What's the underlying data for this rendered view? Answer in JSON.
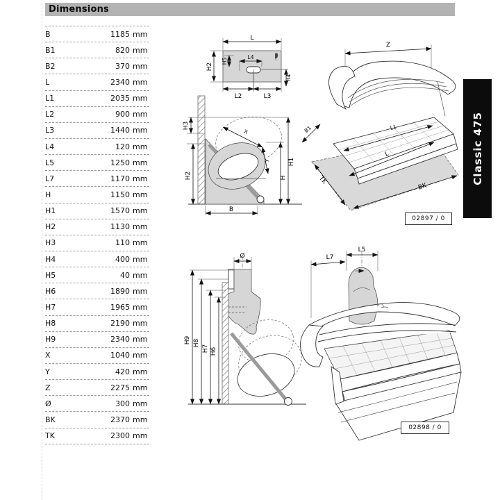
{
  "page": {
    "title": "Dimensions",
    "product_tab": "Classic 475"
  },
  "dimensions_table": {
    "unit": "mm",
    "rows": [
      {
        "label": "B",
        "value": "1185"
      },
      {
        "label": "B1",
        "value": "820"
      },
      {
        "label": "B2",
        "value": "370"
      },
      {
        "label": "L",
        "value": "2340"
      },
      {
        "label": "L1",
        "value": "2035"
      },
      {
        "label": "L2",
        "value": "900"
      },
      {
        "label": "L3",
        "value": "1440"
      },
      {
        "label": "L4",
        "value": "120"
      },
      {
        "label": "L5",
        "value": "1250"
      },
      {
        "label": "L7",
        "value": "1170"
      },
      {
        "label": "H",
        "value": "1150"
      },
      {
        "label": "H1",
        "value": "1570"
      },
      {
        "label": "H2",
        "value": "1130"
      },
      {
        "label": "H3",
        "value": "110"
      },
      {
        "label": "H4",
        "value": "400"
      },
      {
        "label": "H5",
        "value": "40"
      },
      {
        "label": "H6",
        "value": "1890"
      },
      {
        "label": "H7",
        "value": "1965"
      },
      {
        "label": "H8",
        "value": "2190"
      },
      {
        "label": "H9",
        "value": "2340"
      },
      {
        "label": "X",
        "value": "1040"
      },
      {
        "label": "Y",
        "value": "420"
      },
      {
        "label": "Z",
        "value": "2275"
      },
      {
        "label": "Ø",
        "value": "300"
      },
      {
        "label": "BK",
        "value": "2370"
      },
      {
        "label": "TK",
        "value": "2300"
      }
    ]
  },
  "diagrams": {
    "plan_view": {
      "labels": {
        "l": "L",
        "h2": "H2",
        "h5": "H5",
        "l4": "L4",
        "h4": "H4",
        "l2": "L2",
        "l3": "L3"
      }
    },
    "side_view_open": {
      "labels": {
        "h3": "H3",
        "h2": "H2",
        "b": "B",
        "h1": "H1",
        "h": "H",
        "x": "X",
        "y": "Y"
      }
    },
    "side_view_duct": {
      "labels": {
        "dia": "Ø",
        "h9": "H9",
        "h8": "H8",
        "h7": "H7",
        "h6": "H6"
      }
    },
    "perspective_open": {
      "labels": {
        "z": "Z",
        "b1": "B1",
        "l1": "L1",
        "tk": "TK",
        "l": "L",
        "bk": "BK"
      },
      "code": "02897 / 0"
    },
    "perspective_closed": {
      "labels": {
        "l5": "L5",
        "l7": "L7"
      },
      "code": "02898 / 0"
    }
  },
  "colors": {
    "header_bar": "#b3b3b3",
    "tab_bg": "#0c0c0c",
    "diagram_fill": "#d6d6d6"
  }
}
